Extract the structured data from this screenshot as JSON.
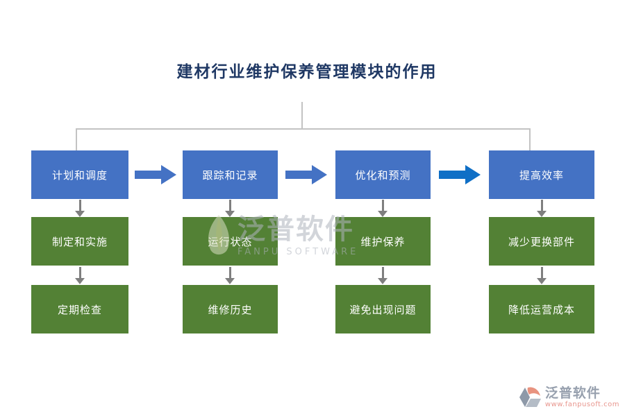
{
  "title": "建材行业维护保养管理模块的作用",
  "columns": [
    {
      "top": "计划和调度",
      "middle": "制定和实施",
      "bottom": "定期检查"
    },
    {
      "top": "跟踪和记录",
      "middle": "运行状态",
      "bottom": "维修历史"
    },
    {
      "top": "优化和预测",
      "middle": "维护保养",
      "bottom": "避免出现问题"
    },
    {
      "top": "提高效率",
      "middle": "减少更换部件",
      "bottom": "降低运营成本"
    }
  ],
  "watermark": {
    "brand": "泛普软件",
    "subbrand": "FANPU SOFTWARE"
  },
  "footer": {
    "brand": "泛普软件",
    "url": "www.fanpusoft.com"
  },
  "colors": {
    "box-blue": "#4472C4",
    "box-green": "#538135",
    "arrow-blue": "#4472C4",
    "arrow-blue-dark": "#0F6FC6",
    "arrow-gray": "#7F7F7F",
    "line-gray": "#C3C3C3",
    "title-color": "#1F3864",
    "box-text": "#FFFFFF",
    "watermark-color": "#AEB3BD",
    "footer-brand-color": "#97A0AE",
    "footer-url-color": "#E8968E"
  }
}
